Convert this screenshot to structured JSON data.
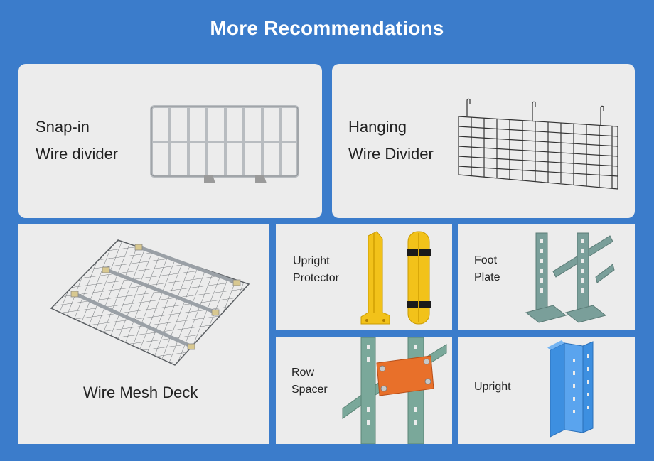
{
  "header": {
    "title": "More Recommendations"
  },
  "products": [
    {
      "id": "snap-in",
      "lines": [
        "Snap-in",
        "Wire divider"
      ]
    },
    {
      "id": "hanging",
      "lines": [
        "Hanging",
        "Wire Divider"
      ]
    },
    {
      "id": "mesh-deck",
      "lines": [
        "Wire Mesh Deck"
      ]
    },
    {
      "id": "upright-protector",
      "lines": [
        "Upright",
        "Protector"
      ]
    },
    {
      "id": "foot-plate",
      "lines": [
        "Foot",
        "Plate"
      ]
    },
    {
      "id": "row-spacer",
      "lines": [
        "Row",
        "Spacer"
      ]
    },
    {
      "id": "upright",
      "lines": [
        "Upright"
      ]
    }
  ],
  "colors": {
    "background": "#3b7ccb",
    "card": "#ececec",
    "protector_yellow": "#f2c21a",
    "frame_teal": "#7a9f9a",
    "spacer_orange": "#e8702a",
    "upright_blue": "#3d8fe0"
  }
}
